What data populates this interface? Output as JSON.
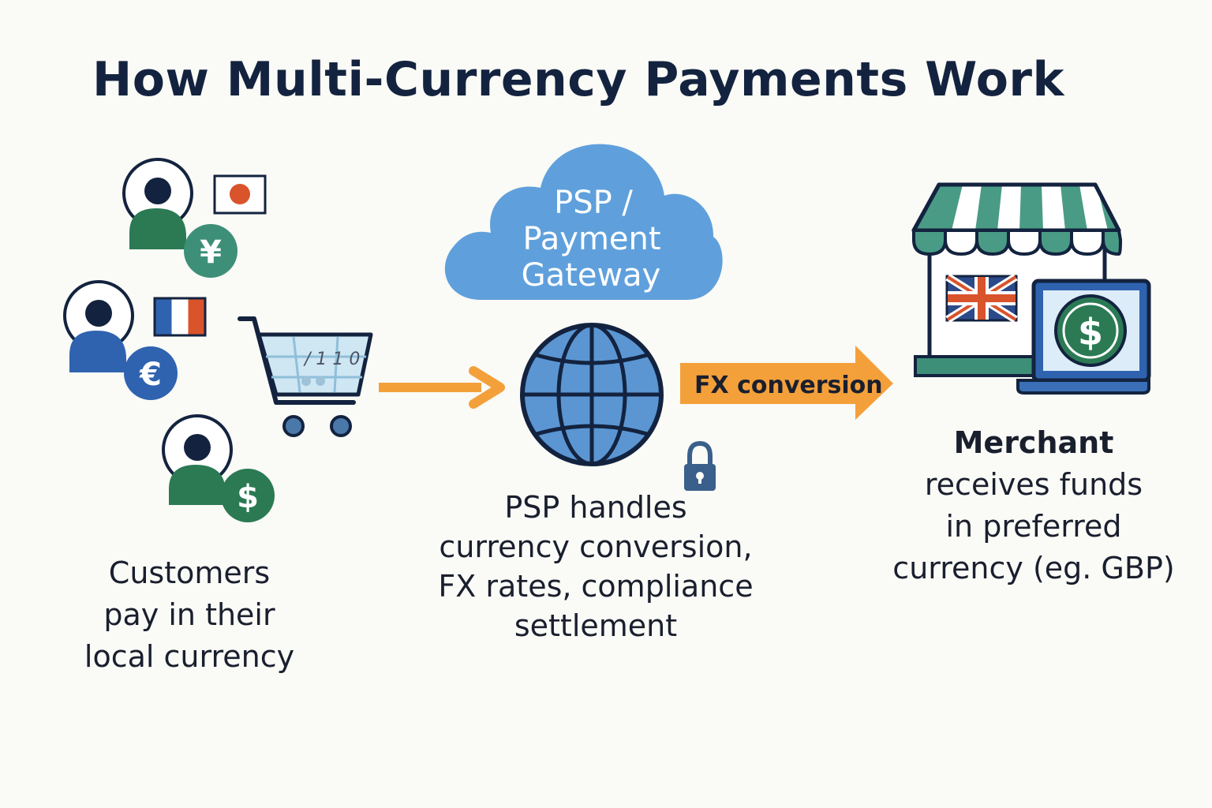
{
  "title": "How Multi-Currency Payments Work",
  "customers": {
    "caption": [
      "Customers",
      "pay in their",
      "local currency"
    ],
    "currencies": [
      "¥",
      "€",
      "$"
    ],
    "cart_text": "/ 1 1 0"
  },
  "psp": {
    "cloud_label": [
      "PSP /",
      "Payment",
      "Gateway"
    ],
    "caption": [
      "PSP handles",
      "currency conversion,",
      "FX rates, compliance",
      "settlement"
    ]
  },
  "fx": {
    "label": "FX conversion"
  },
  "merchant": {
    "title": "Merchant",
    "caption": [
      "receives funds",
      "in preferred",
      "currency (eg. GBP)"
    ],
    "currency_symbol": "$"
  },
  "colors": {
    "green": "#2b7a54",
    "blue": "#2f63b0",
    "teal": "#3d8f78",
    "navy": "#13233f",
    "orange": "#f4a03a",
    "cloud": "#5fa0dc",
    "globe": "#5b96d3",
    "awning": "#4a9b86",
    "red": "#d9532b"
  }
}
